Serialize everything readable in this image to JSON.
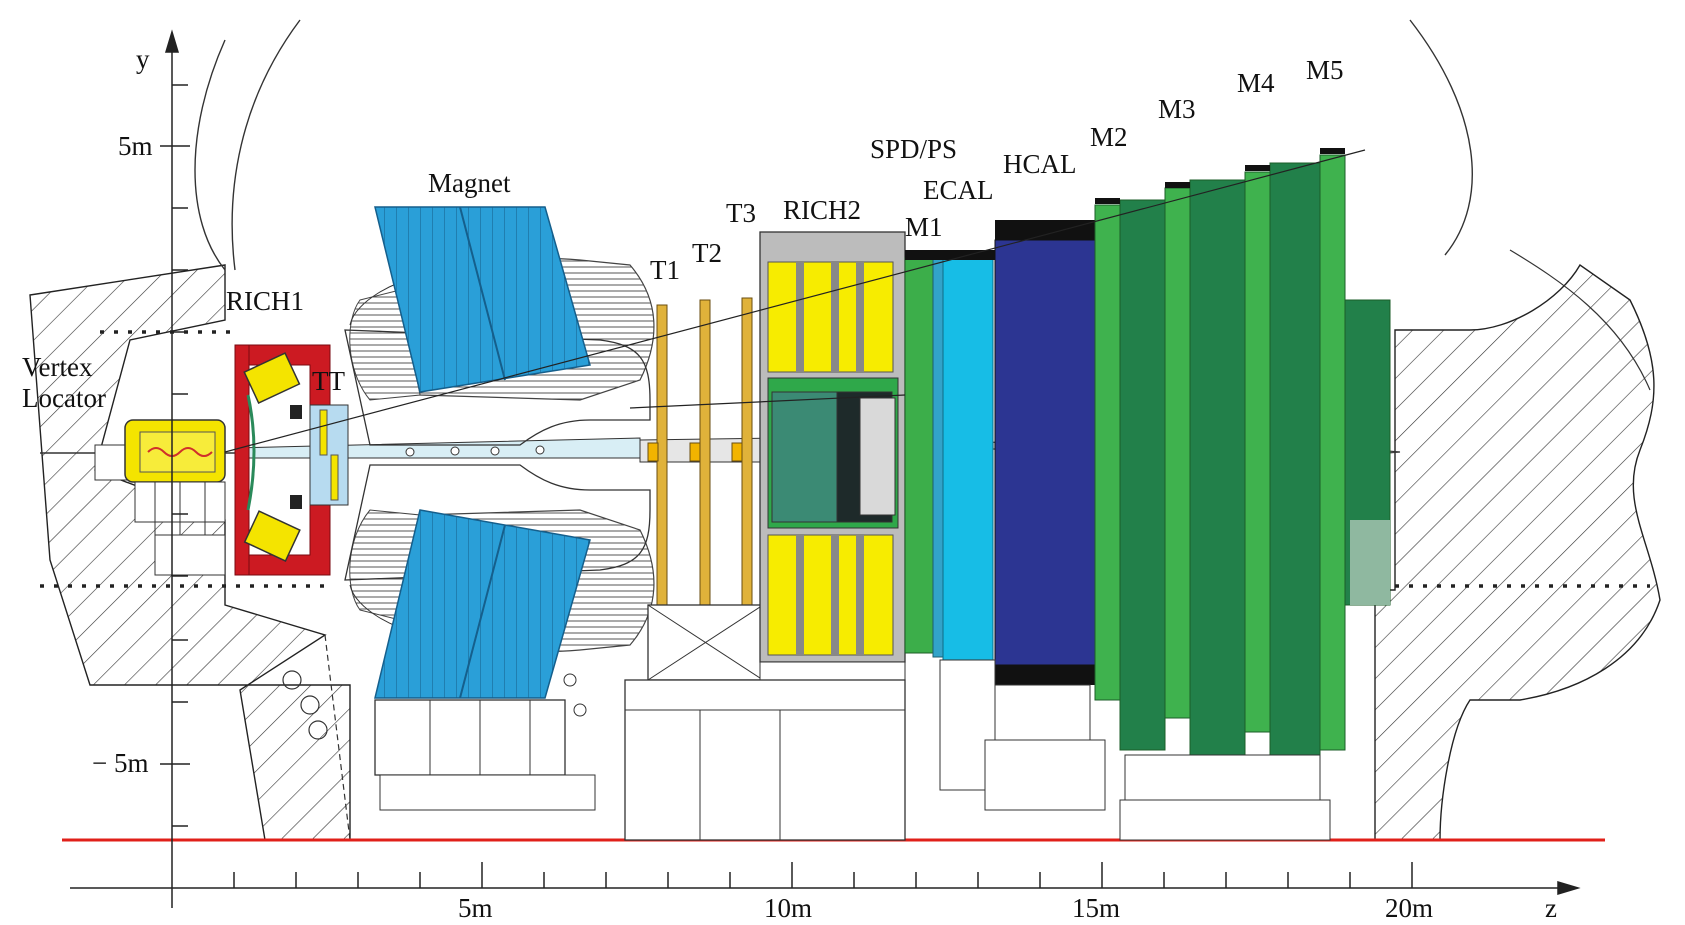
{
  "axes": {
    "y_label": "y",
    "z_label": "z",
    "y_ticks": [
      "5m",
      "− 5m"
    ],
    "z_ticks": [
      "5m",
      "10m",
      "15m",
      "20m"
    ]
  },
  "labels": {
    "vertex_locator": "Vertex Locator",
    "rich1": "RICH1",
    "tt": "TT",
    "magnet": "Magnet",
    "t1": "T1",
    "t2": "T2",
    "t3": "T3",
    "rich2": "RICH2",
    "m1": "M1",
    "spd_ps": "SPD/PS",
    "ecal": "ECAL",
    "hcal": "HCAL",
    "m2": "M2",
    "m3": "M3",
    "m4": "M4",
    "m5": "M5"
  },
  "colors": {
    "magnet": "#2a9fd8",
    "vertex_locator": "#f4e400",
    "rich_frame": "#cc1a22",
    "tt": "#b7dbf0",
    "rich2_yellow": "#f7ec00",
    "rich2_green": "#3b8a74",
    "m1": "#3cae4a",
    "spd_ps": "#32a3c9",
    "ecal": "#17bde6",
    "hcal": "#2c3592",
    "muon_light": "#3fb24e",
    "muon_dark": "#22804a",
    "floor_line": "#e0201a"
  }
}
